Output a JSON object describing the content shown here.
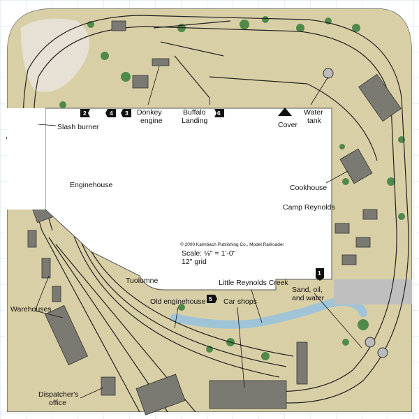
{
  "labels": {
    "slash_burner": "Slash burner",
    "donkey_engine_1": "Donkey",
    "donkey_engine_2": "engine",
    "buffalo_landing_1": "Buffalo",
    "buffalo_landing_2": "Landing",
    "water_tank_1": "Water",
    "water_tank_2": "tank",
    "cover": "Cover",
    "enginehouse": "Enginehouse",
    "cookhouse": "Cookhouse",
    "camp_reynolds": "Camp Reynolds",
    "copyright": "© 2000 Kalmbach Publishing Co., Model Railroader",
    "scale": "Scale: ⅛\" = 1'-0\"",
    "grid": "12\" grid",
    "tuolumne": "Tuolumne",
    "little_reynolds_creek": "Little Reynolds Creek",
    "sand_1": "Sand, oil,",
    "sand_2": "and water",
    "old_enginehouse": "Old enginehouse",
    "car_shops": "Car shops",
    "warehouses": "Warehouses",
    "dispatcher_1": "Dispatcher's",
    "dispatcher_2": "office"
  },
  "view_markers": [
    "1",
    "2",
    "3",
    "4",
    "5",
    "6"
  ],
  "colors": {
    "terrain": "#d9cfa6",
    "vegetation": "#4f8a4a",
    "grid": "#bfd9ee",
    "creek": "#9fc4d8",
    "track": "#222222",
    "building": "#7a7a72"
  }
}
